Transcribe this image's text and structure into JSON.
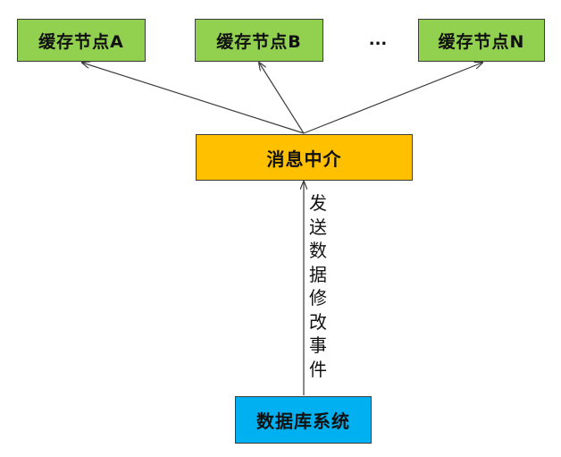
{
  "diagram": {
    "nodes": {
      "cache_a": "缓存节点A",
      "cache_b": "缓存节点B",
      "cache_n": "缓存节点N",
      "ellipsis": "...",
      "broker": "消息中介",
      "database": "数据库系统"
    },
    "edge_label": "发送数据修改事件",
    "colors": {
      "cache_fill": "#92d050",
      "broker_fill": "#ffc000",
      "database_fill": "#00b0f0",
      "line": "#3c3c3c"
    },
    "edges": [
      {
        "from": "database",
        "to": "broker",
        "label": "发送数据修改事件"
      },
      {
        "from": "broker",
        "to": "cache_a"
      },
      {
        "from": "broker",
        "to": "cache_b"
      },
      {
        "from": "broker",
        "to": "cache_n"
      }
    ]
  }
}
